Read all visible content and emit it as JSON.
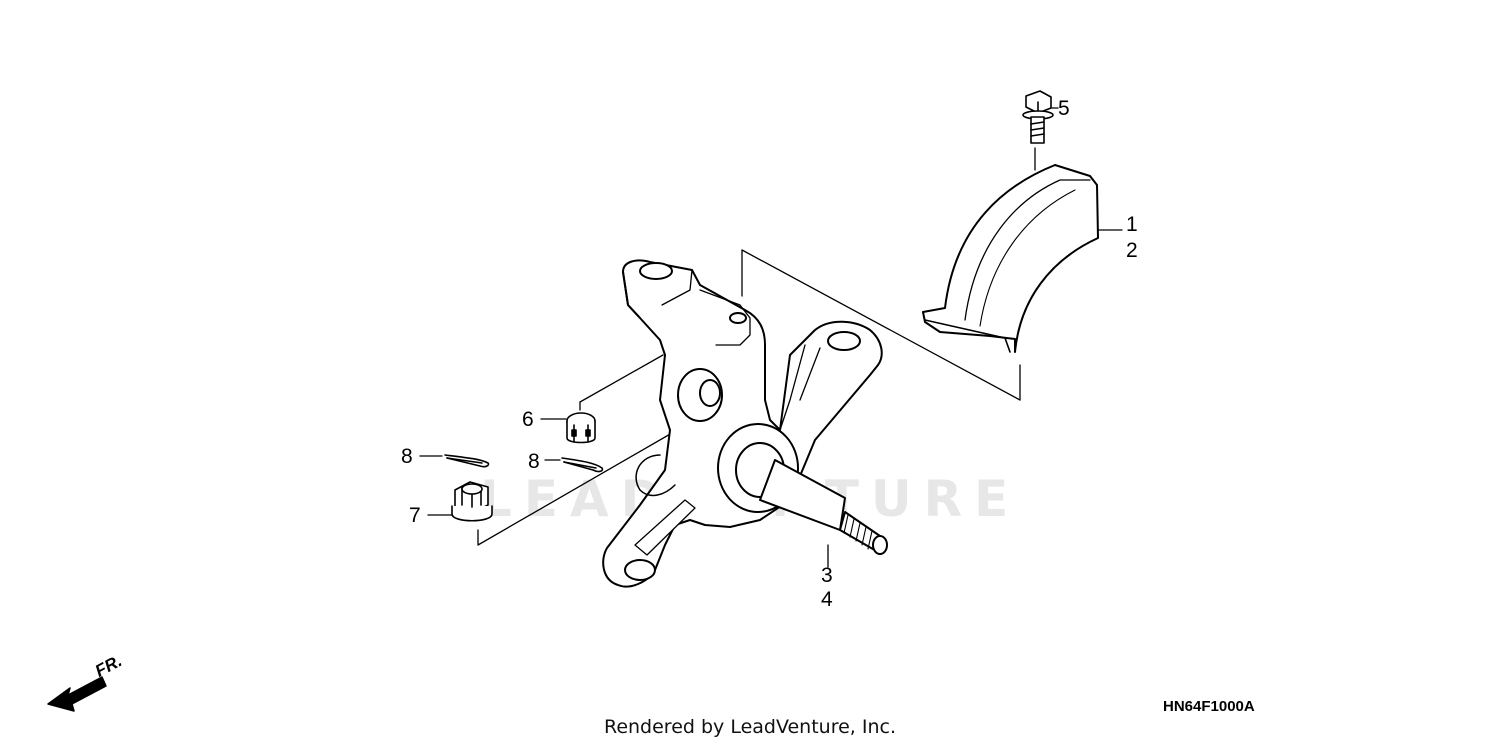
{
  "diagram": {
    "parts": {
      "p1": "1",
      "p2": "2",
      "p3": "3",
      "p4": "4",
      "p5": "5",
      "p6": "6",
      "p7": "7",
      "p8a": "8",
      "p8b": "8"
    },
    "direction_label": "FR.",
    "watermark": "LEADVENTURE",
    "drawing_code": "HN64F1000A",
    "footer": "Rendered by LeadVenture, Inc."
  }
}
